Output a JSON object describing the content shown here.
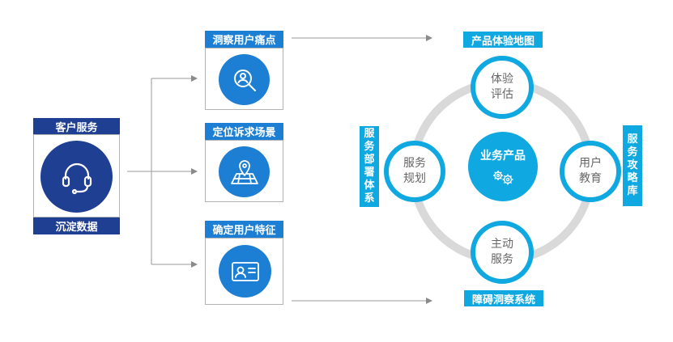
{
  "customer_service": {
    "top_label": "客户服务",
    "bottom_label": "沉淀数据",
    "icon": "headset-icon"
  },
  "steps": [
    {
      "label": "洞察用户痛点",
      "icon": "search-user-icon"
    },
    {
      "label": "定位诉求场景",
      "icon": "map-pin-icon"
    },
    {
      "label": "确定用户特征",
      "icon": "id-card-icon"
    }
  ],
  "cycle": {
    "center_label": "业务产品",
    "center_icon": "gears-icon",
    "top_tag": "产品体验地图",
    "bottom_tag": "障碍洞察系统",
    "left_tag": [
      "服",
      "务",
      "部",
      "署",
      "体",
      "系"
    ],
    "right_tag": [
      "服",
      "务",
      "攻",
      "略",
      "库"
    ],
    "nodes": {
      "top": [
        "体验",
        "评估"
      ],
      "right": [
        "用户",
        "教育"
      ],
      "bottom": [
        "主动",
        "服务"
      ],
      "left": [
        "服务",
        "规划"
      ]
    }
  },
  "colors": {
    "navy": "#1f3f93",
    "blue": "#1d7fd4",
    "cyan": "#0fa8e0",
    "ring": "#d9d9d9"
  }
}
